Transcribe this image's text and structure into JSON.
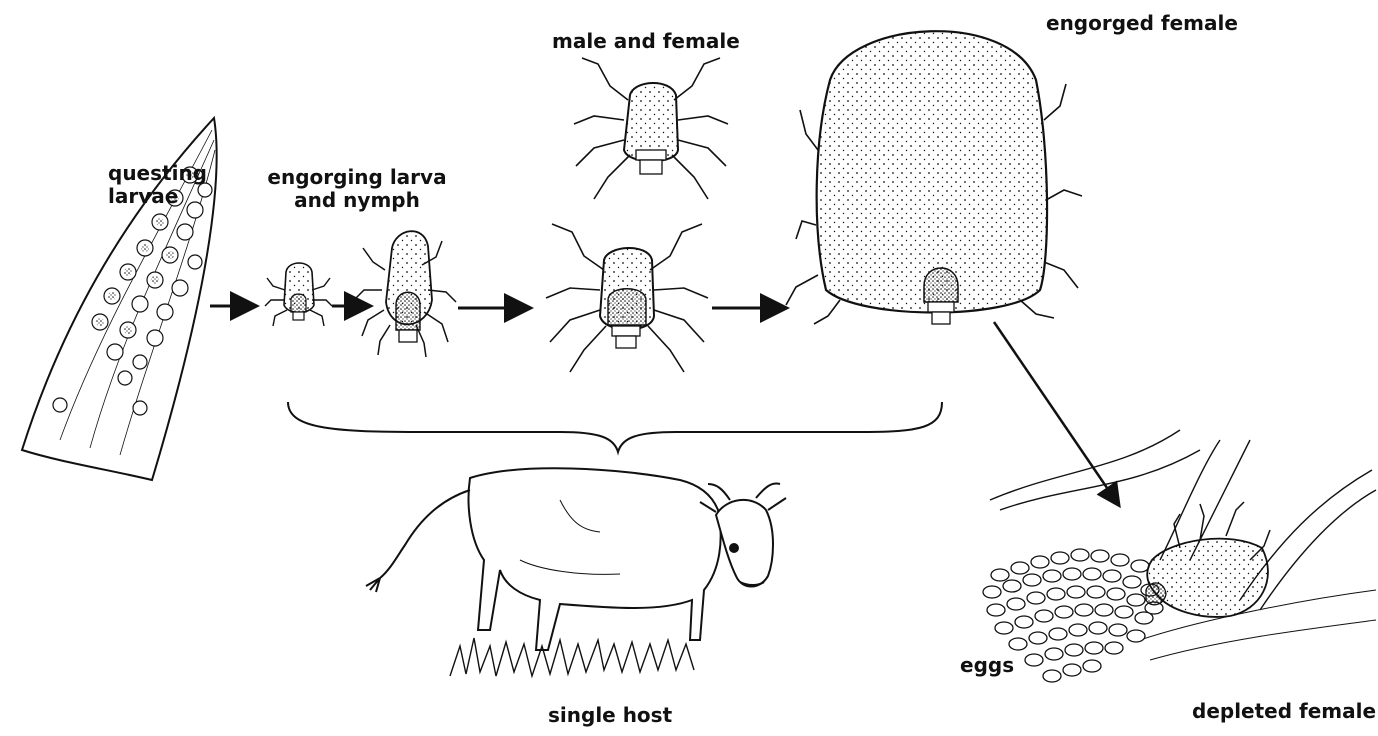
{
  "diagram": {
    "labels": {
      "questing_larvae_line1": "questing",
      "questing_larvae_line2": "larvae",
      "engorging_line1": "engorging larva",
      "engorging_line2": "and nymph",
      "male_female": "male and female",
      "engorged_female": "engorged female",
      "single_host": "single host",
      "eggs": "eggs",
      "depleted_female": "depleted female"
    },
    "colors": {
      "ink": "#111111",
      "paper": "#ffffff"
    },
    "icons": [
      "grass-blade-icon",
      "larva-tick-icon",
      "nymph-tick-icon",
      "adult-male-tick-icon",
      "adult-female-tick-icon",
      "engorged-female-tick-icon",
      "cow-icon",
      "egg-mass-icon",
      "depleted-female-tick-icon",
      "arrow-icon",
      "brace-icon"
    ]
  }
}
